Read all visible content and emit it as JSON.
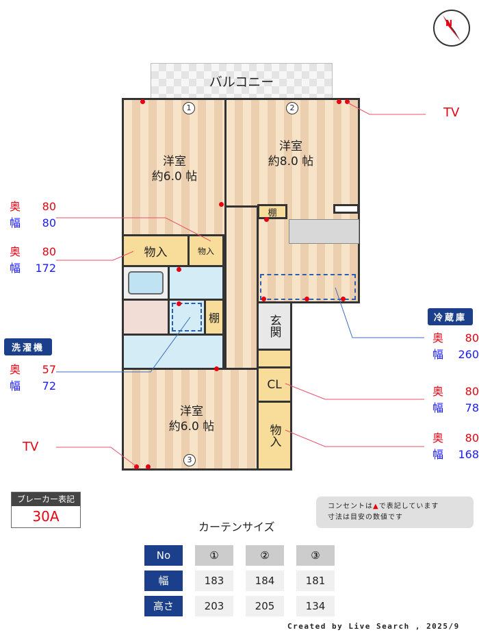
{
  "balcony": "バルコニー",
  "rooms": [
    {
      "name": "洋室",
      "size": "約6.0 帖"
    },
    {
      "name": "洋室",
      "size": "約8.0 帖"
    },
    {
      "name": "洋室",
      "size": "約6.0 帖"
    }
  ],
  "storage_labels": {
    "mono1": "物入",
    "mono2": "物入",
    "tana1": "棚",
    "tana2": "棚",
    "genkan": "玄関",
    "cl": "CL",
    "mono3": "物入"
  },
  "window_numbers": [
    "1",
    "2",
    "3"
  ],
  "annotations": {
    "tv_top": "TV",
    "tv_bottom": "TV",
    "oku": "奥",
    "haba": "幅",
    "left1": {
      "oku": "80",
      "haba": "80"
    },
    "left2": {
      "oku": "80",
      "haba": "172"
    },
    "washer": {
      "title": "洗濯機",
      "oku": "57",
      "haba": "72"
    },
    "fridge": {
      "title": "冷蔵庫",
      "oku": "80",
      "haba": "260"
    },
    "cl": {
      "oku": "80",
      "haba": "78"
    },
    "mono": {
      "oku": "80",
      "haba": "168"
    }
  },
  "breaker": {
    "title": "ブレーカー表記",
    "value": "30A"
  },
  "note": {
    "line1a": "コンセントは",
    "line1b": "で表記しています",
    "line2": "寸法は目安の数値です"
  },
  "curtain": {
    "title": "カーテンサイズ",
    "header": [
      "No",
      "①",
      "②",
      "③"
    ],
    "rows": [
      [
        "幅",
        "183",
        "184",
        "181"
      ],
      [
        "高さ",
        "203",
        "205",
        "134"
      ]
    ]
  },
  "credit": "Created by Live Search , 2025/9",
  "colors": {
    "navy": "#1b3f8b",
    "red": "#e60012",
    "blue": "#1a1aff"
  }
}
